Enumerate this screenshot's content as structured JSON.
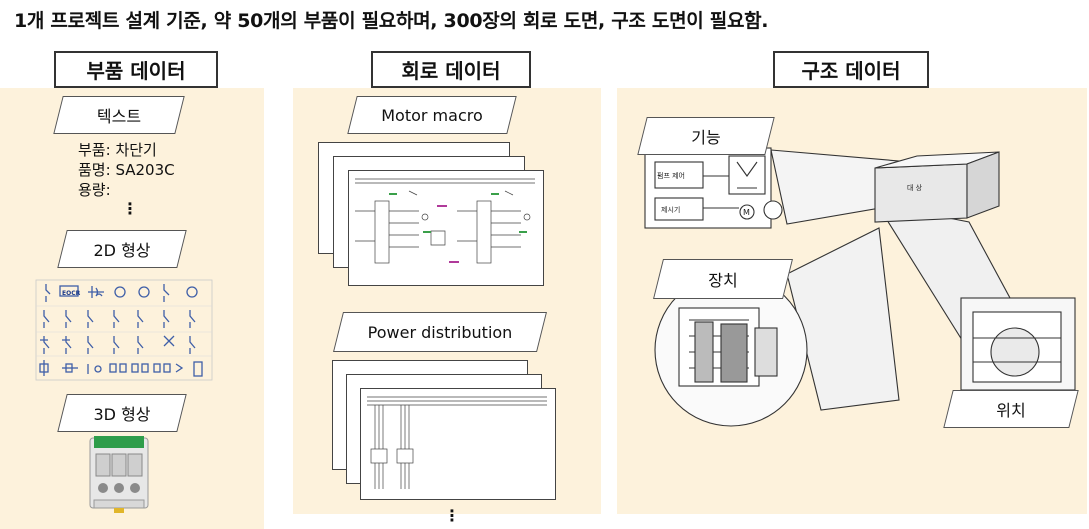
{
  "headline": "1개 프로젝트 설계 기준, 약 50개의 부품이 필요하며, 300장의 회로 도면, 구조 도면이 필요함.",
  "parts": {
    "title": "부품 데이터",
    "text_label": "텍스트",
    "info": [
      {
        "key": "부품:",
        "value": "차단기"
      },
      {
        "key": "품명:",
        "value": "SA203C"
      },
      {
        "key": "용량:",
        "value": ""
      }
    ],
    "ellipsis": "⋮",
    "shape2d_label": "2D 형상",
    "shape3d_label": "3D 형상",
    "symbol_tag": "EOCR"
  },
  "circuit": {
    "title": "회로 데이터",
    "motor_label": "Motor macro",
    "power_label": "Power distribution",
    "ellipsis": "⋮"
  },
  "structure": {
    "title": "구조 데이터",
    "function_label": "기능",
    "device_label": "장치",
    "position_label": "위치",
    "diagram_texts": {
      "pump_control": "펌프 제어",
      "display": "제시기",
      "target": "대 상",
      "motor": "M"
    }
  }
}
